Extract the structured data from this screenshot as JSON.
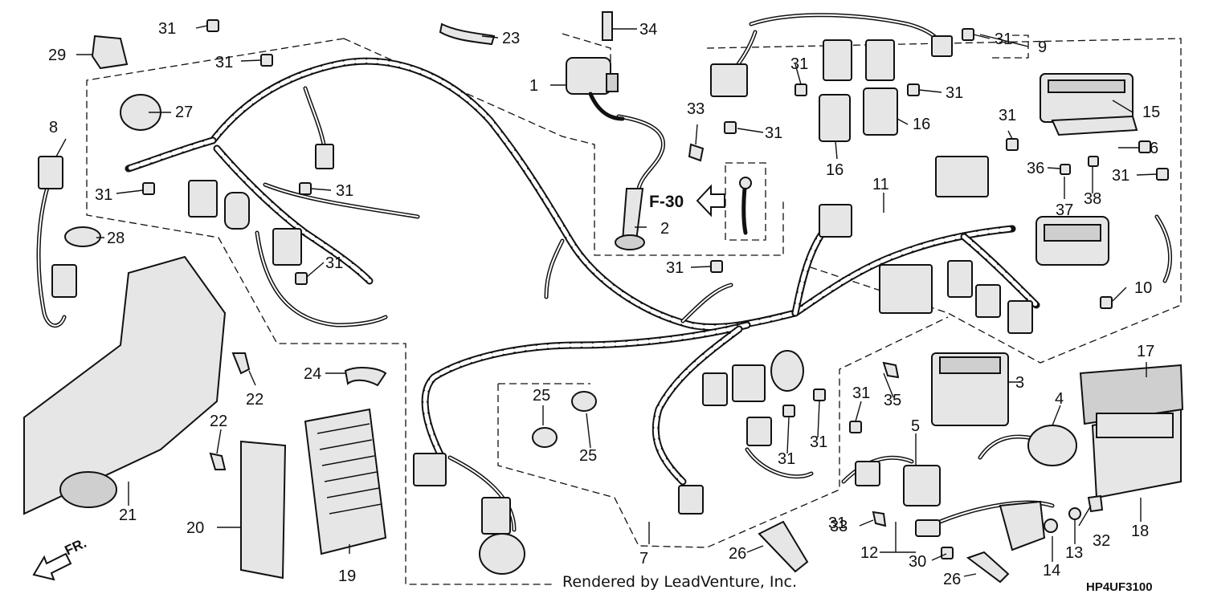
{
  "callouts": [
    {
      "id": "c1",
      "label": "1"
    },
    {
      "id": "c2",
      "label": "2"
    },
    {
      "id": "c3",
      "label": "3"
    },
    {
      "id": "c4",
      "label": "4"
    },
    {
      "id": "c5",
      "label": "5"
    },
    {
      "id": "c6",
      "label": "6"
    },
    {
      "id": "c7",
      "label": "7"
    },
    {
      "id": "c8",
      "label": "8"
    },
    {
      "id": "c9",
      "label": "9"
    },
    {
      "id": "c10",
      "label": "10"
    },
    {
      "id": "c11",
      "label": "11"
    },
    {
      "id": "c12",
      "label": "12"
    },
    {
      "id": "c13",
      "label": "13"
    },
    {
      "id": "c14",
      "label": "14"
    },
    {
      "id": "c15",
      "label": "15"
    },
    {
      "id": "c16a",
      "label": "16"
    },
    {
      "id": "c16b",
      "label": "16"
    },
    {
      "id": "c17",
      "label": "17"
    },
    {
      "id": "c18",
      "label": "18"
    },
    {
      "id": "c19",
      "label": "19"
    },
    {
      "id": "c20",
      "label": "20"
    },
    {
      "id": "c21",
      "label": "21"
    },
    {
      "id": "c22a",
      "label": "22"
    },
    {
      "id": "c22b",
      "label": "22"
    },
    {
      "id": "c23",
      "label": "23"
    },
    {
      "id": "c24",
      "label": "24"
    },
    {
      "id": "c25a",
      "label": "25"
    },
    {
      "id": "c25b",
      "label": "25"
    },
    {
      "id": "c26a",
      "label": "26"
    },
    {
      "id": "c26b",
      "label": "26"
    },
    {
      "id": "c27",
      "label": "27"
    },
    {
      "id": "c28",
      "label": "28"
    },
    {
      "id": "c29",
      "label": "29"
    },
    {
      "id": "c30",
      "label": "30"
    },
    {
      "id": "c31a",
      "label": "31"
    },
    {
      "id": "c31b",
      "label": "31"
    },
    {
      "id": "c31c",
      "label": "31"
    },
    {
      "id": "c31d",
      "label": "31"
    },
    {
      "id": "c31e",
      "label": "31"
    },
    {
      "id": "c31f",
      "label": "31"
    },
    {
      "id": "c31g",
      "label": "31"
    },
    {
      "id": "c31h",
      "label": "31"
    },
    {
      "id": "c31i",
      "label": "31"
    },
    {
      "id": "c31j",
      "label": "31"
    },
    {
      "id": "c31k",
      "label": "31"
    },
    {
      "id": "c31l",
      "label": "31"
    },
    {
      "id": "c31m",
      "label": "31"
    },
    {
      "id": "c31n",
      "label": "31"
    },
    {
      "id": "c31o",
      "label": "31"
    },
    {
      "id": "c31p",
      "label": "31"
    },
    {
      "id": "c32",
      "label": "32"
    },
    {
      "id": "c33a",
      "label": "33"
    },
    {
      "id": "c33b",
      "label": "33"
    },
    {
      "id": "c34",
      "label": "34"
    },
    {
      "id": "c35",
      "label": "35"
    },
    {
      "id": "c36",
      "label": "36"
    },
    {
      "id": "c37",
      "label": "37"
    },
    {
      "id": "c38",
      "label": "38"
    }
  ],
  "reference": "F-30",
  "direction": "FR.",
  "credit": "Rendered by LeadVenture, Inc.",
  "diagram_code": "HP4UF3100"
}
